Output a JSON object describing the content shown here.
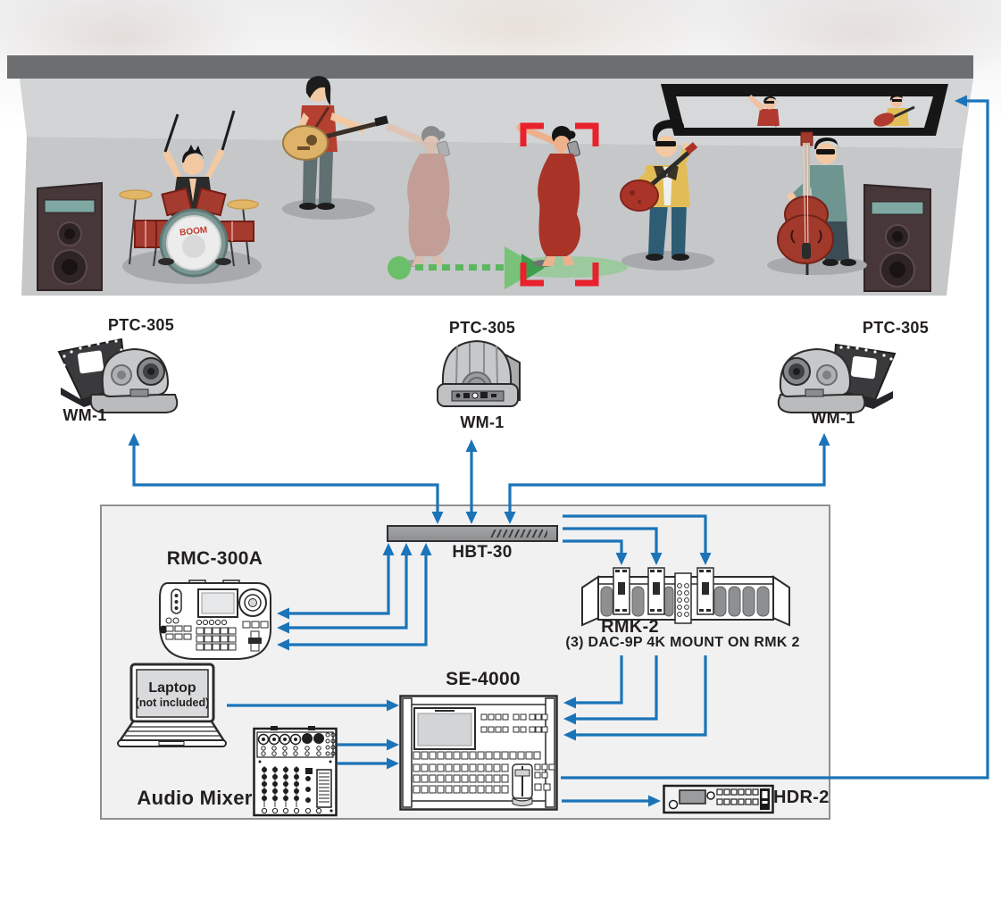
{
  "diagram": {
    "stage": {
      "drum_text": "BOOM"
    },
    "cameras": {
      "left": {
        "model": "PTC-305",
        "mount": "WM-1"
      },
      "center": {
        "model": "PTC-305",
        "mount": "WM-1"
      },
      "right": {
        "model": "PTC-305",
        "mount": "WM-1"
      }
    },
    "devices": {
      "hbt30": "HBT-30",
      "rmc300a": "RMC-300A",
      "rmk2": "RMK-2",
      "rmk2_note": "(3) DAC-9P 4K MOUNT ON RMK 2",
      "se4000": "SE-4000",
      "laptop_line1": "Laptop",
      "laptop_line2": "(not included)",
      "audio_mixer": "Audio Mixer",
      "hdr2": "HDR-2"
    },
    "colors": {
      "connection_blue": "#1b74b8",
      "tracking_red": "#e8212b",
      "motion_green": "#6cbf6a",
      "stage_gray": "#c5c7c9"
    }
  }
}
